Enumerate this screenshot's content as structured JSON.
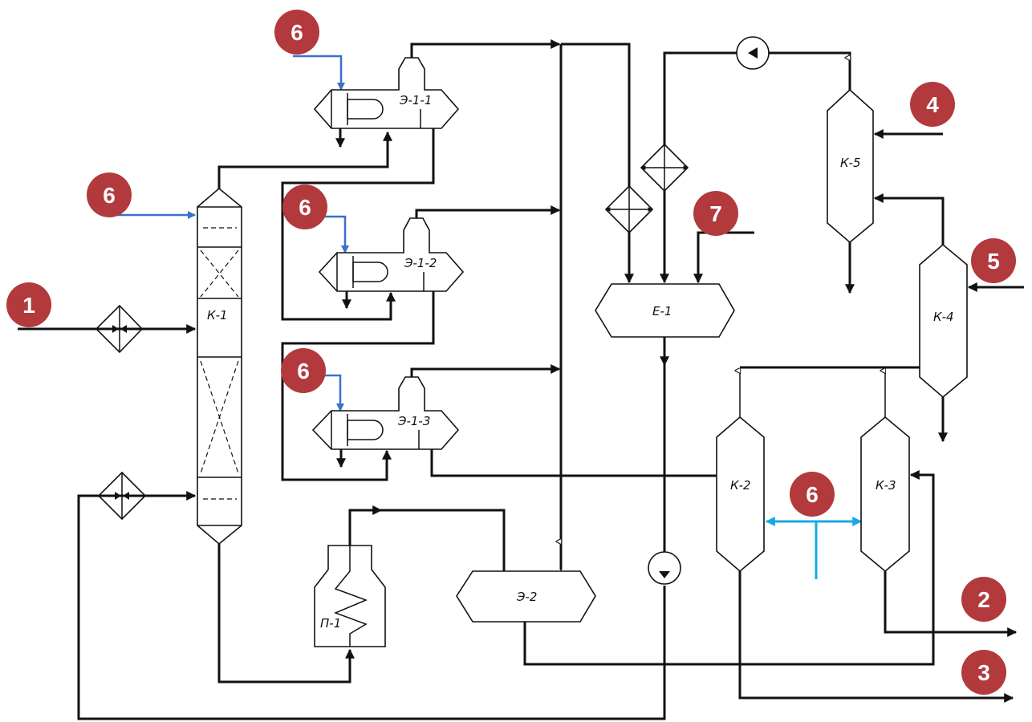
{
  "colors": {
    "line": "#111111",
    "badge": "#b2393c",
    "badge_text": "#ffffff",
    "blue_stream": "#3a6fd0",
    "cyan_stream": "#17a9e6"
  },
  "equipment": {
    "k1": "К-1",
    "k2": "К-2",
    "k3": "К-3",
    "k4": "К-4",
    "k5": "К-5",
    "e1": "Е-1",
    "e11": "Э-1-1",
    "e12": "Э-1-2",
    "e13": "Э-1-3",
    "e2": "Э-2",
    "p1": "П-1"
  },
  "badges": [
    "1",
    "2",
    "3",
    "4",
    "5",
    "6",
    "7"
  ],
  "icons": {
    "heat_exchanger": "heat-exchanger-icon",
    "pump": "pump-icon"
  }
}
